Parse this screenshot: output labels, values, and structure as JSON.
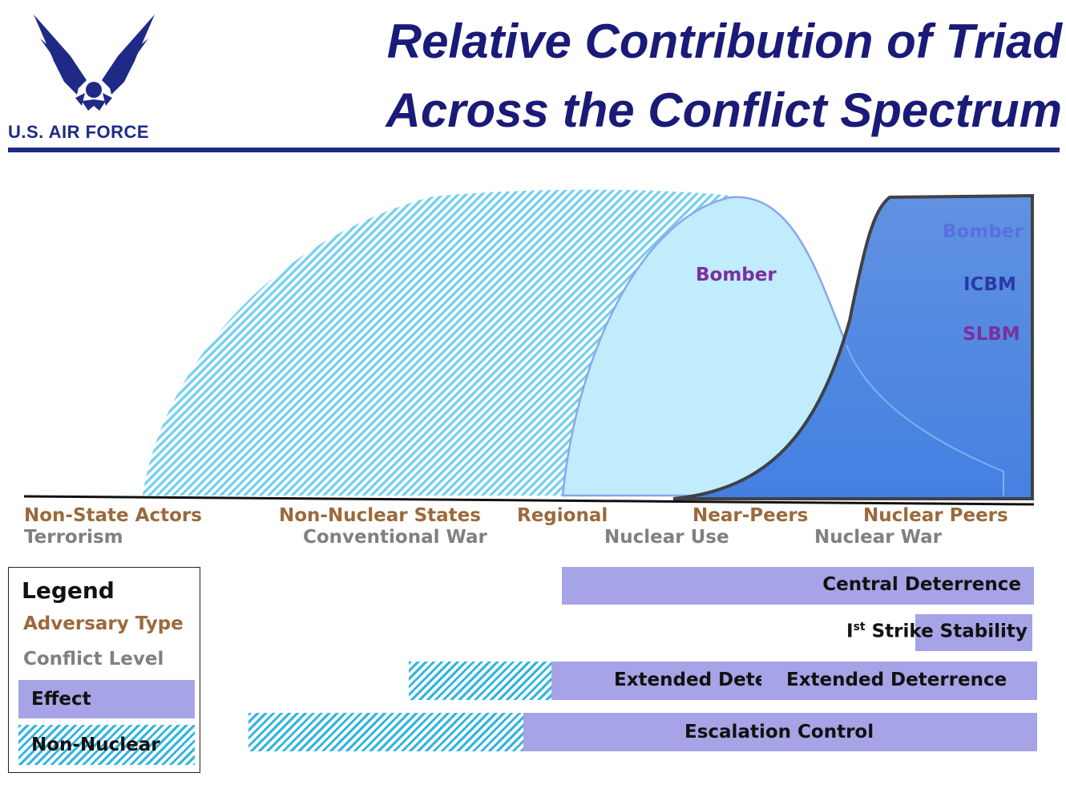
{
  "header": {
    "logo_text": "U.S. AIR FORCE",
    "title_line1": "Relative Contribution of Triad",
    "title_line2": "Across the Conflict Spectrum"
  },
  "curves": {
    "bomber_center": "Bomber",
    "bomber_right": "Bomber",
    "icbm": "ICBM",
    "slbm": "SLBM"
  },
  "axis": {
    "adversary_types": [
      "Non-State Actors",
      "Non-Nuclear States",
      "Regional",
      "Near-Peers",
      "Nuclear Peers"
    ],
    "conflict_levels": [
      "Terrorism",
      "Conventional War",
      "Nuclear Use",
      "Nuclear War"
    ]
  },
  "effects": {
    "central_deterrence": "Central Deterrence",
    "first_strike_prefix": "I",
    "first_strike_sup": "st",
    "first_strike_suffix": " Strike Stability",
    "extended_deterrence_clipped": "Extended Dete",
    "extended_deterrence": "Extended Deterrence",
    "escalation_control": "Escalation Control"
  },
  "legend": {
    "title": "Legend",
    "adversary_type": "Adversary Type",
    "conflict_level": "Conflict Level",
    "effect": "Effect",
    "non_nuclear": "Non-Nuclear"
  },
  "colors": {
    "navy": "#1f2a86",
    "adversary": "#9a6a3c",
    "conflict": "#808080",
    "effect": "#a6a3e6",
    "hatch": "#31b4e0",
    "bomber_fill": "#c0ecfb",
    "triad_fill": "#4f86e0",
    "purple_label": "#7b2fa0"
  }
}
